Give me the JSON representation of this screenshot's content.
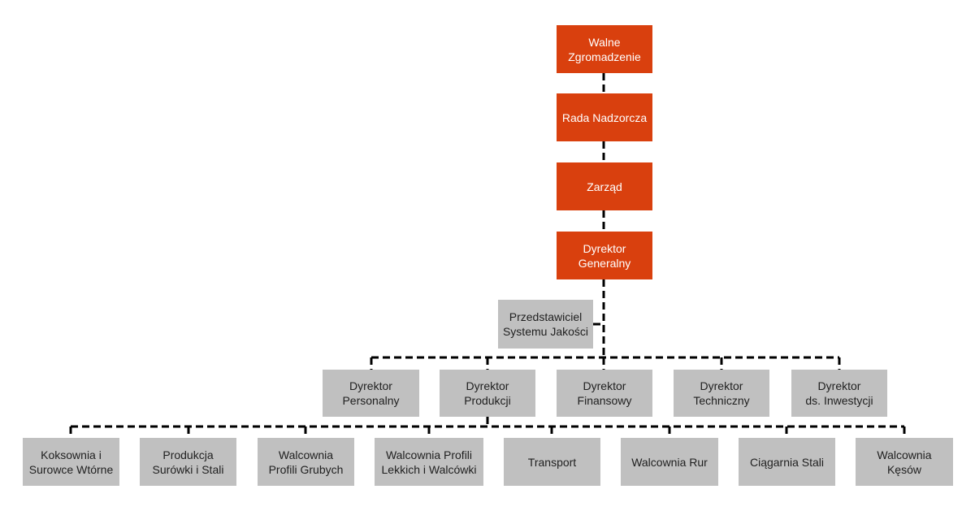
{
  "colors": {
    "top_level": "#d9400e",
    "lower_level": "#c0c0c0",
    "connector": "#000000"
  },
  "governance": [
    {
      "label": "Walne\nZgromadzenie"
    },
    {
      "label": "Rada Nadzorcza"
    },
    {
      "label": "Zarząd"
    },
    {
      "label": "Dyrektor\nGeneralny"
    }
  ],
  "staff": {
    "label": "Przedstawiciel\nSystemu Jakości"
  },
  "directors": [
    {
      "label": "Dyrektor\nPersonalny"
    },
    {
      "label": "Dyrektor\nProdukcji"
    },
    {
      "label": "Dyrektor\nFinansowy"
    },
    {
      "label": "Dyrektor\nTechniczny"
    },
    {
      "label": "Dyrektor\nds. Inwestycji"
    }
  ],
  "departments": [
    {
      "label": "Koksownia i\nSurowce Wtórne"
    },
    {
      "label": "Produkcja\nSurówki i Stali"
    },
    {
      "label": "Walcownia\nProfili Grubych"
    },
    {
      "label": "Walcownia Profili\nLekkich i Walcówki"
    },
    {
      "label": "Transport"
    },
    {
      "label": "Walcownia Rur"
    },
    {
      "label": "Ciągarnia Stali"
    },
    {
      "label": "Walcownia\nKęsów"
    }
  ]
}
